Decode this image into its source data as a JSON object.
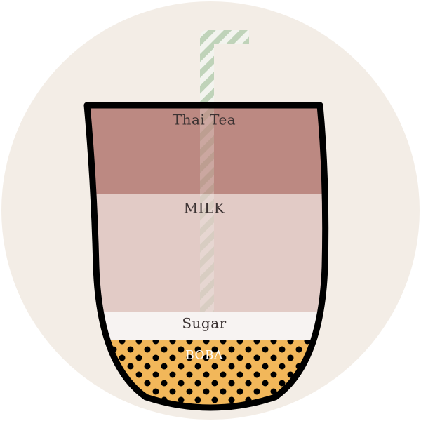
{
  "layers": {
    "thai_tea": "Thai Tea",
    "milk": "MILK",
    "sugar": "Sugar",
    "boba": "BOBA"
  },
  "colors": {
    "background_circle": "#F3EDE6",
    "cup_outline": "#000000",
    "thai_tea": "#BC8982",
    "milk": "#E2CBC6",
    "sugar": "#F7F3F2",
    "boba_base": "#F2B75A",
    "boba_pearl": "#000000",
    "straw_stripe": "#BFD3B9",
    "straw_base": "#F2F4EE",
    "label_dark": "#3B3232",
    "label_light": "#FFFFFF"
  }
}
